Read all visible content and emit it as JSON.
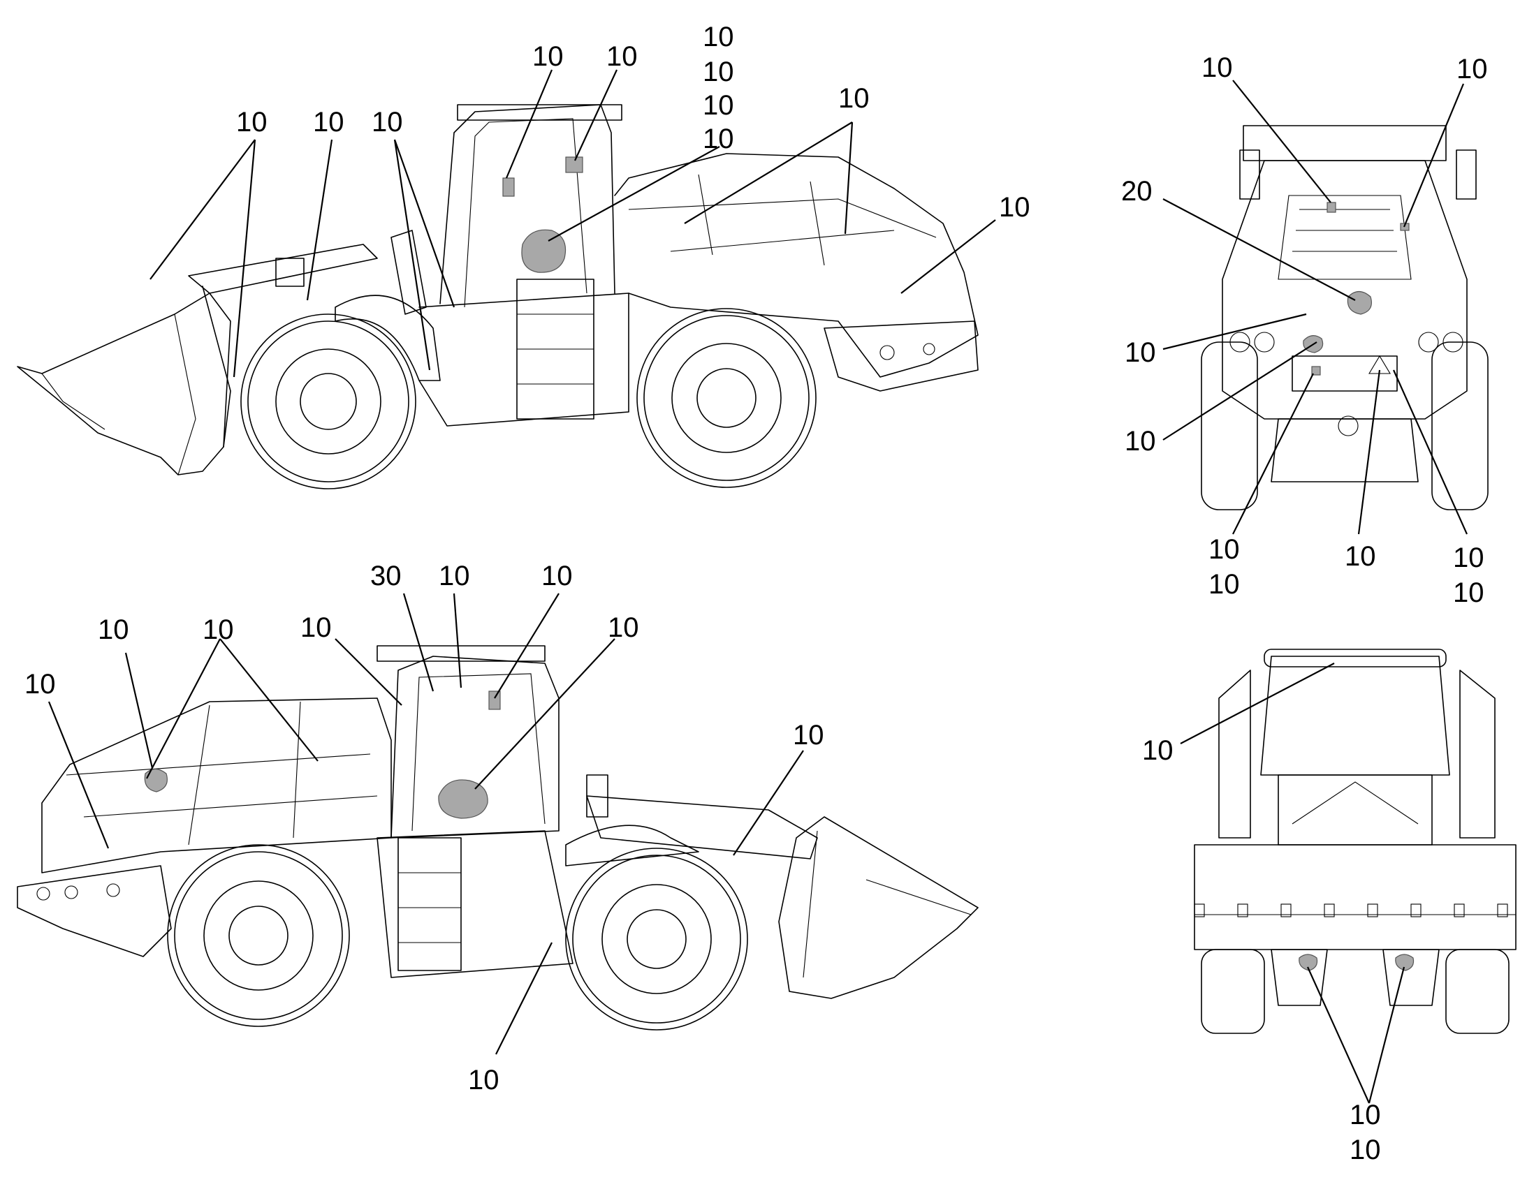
{
  "views": {
    "side_left": {
      "labels": [
        "10",
        "10",
        "10",
        "10",
        "10",
        "10",
        "10",
        "10",
        "10",
        "10",
        "10"
      ]
    },
    "side_right": {
      "labels": [
        "10",
        "10",
        "10",
        "30",
        "10",
        "10",
        "10",
        "10",
        "10"
      ]
    },
    "rear": {
      "labels": [
        "10",
        "10",
        "20",
        "10",
        "10",
        "10",
        "10",
        "10",
        "10",
        "10"
      ]
    },
    "front": {
      "labels": [
        "10",
        "10",
        "10"
      ]
    }
  },
  "colors": {
    "line": "#000000",
    "decal": "#a8a8a8",
    "background": "#ffffff"
  }
}
